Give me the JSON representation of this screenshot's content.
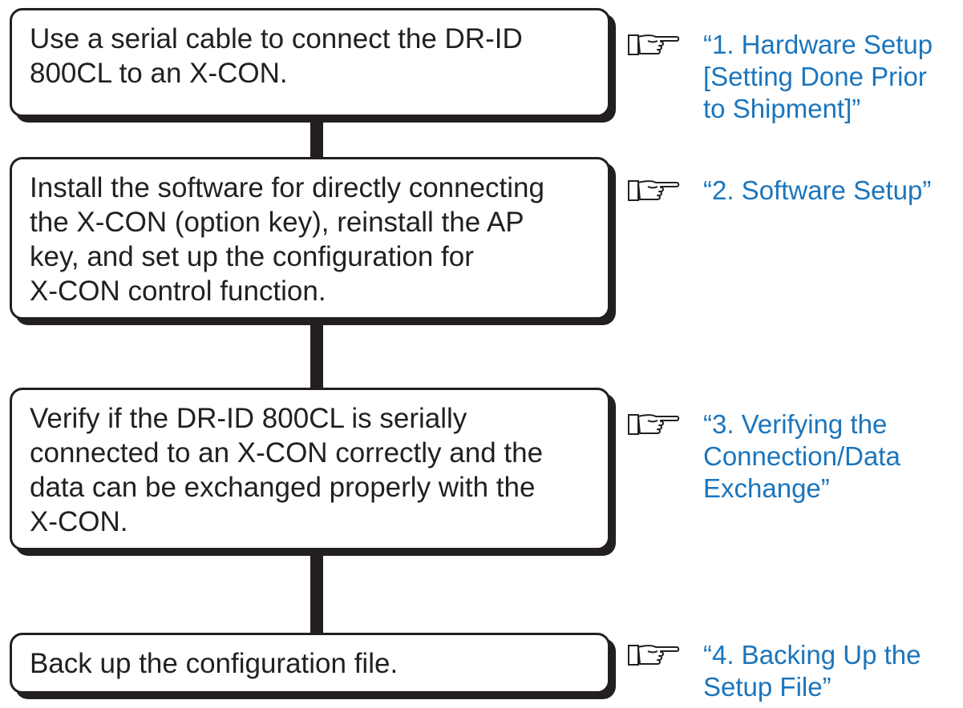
{
  "steps": [
    {
      "text": "Use a serial cable to connect the DR-ID\n800CL to an X-CON.",
      "reference": "“1. Hardware Setup\n[Setting Done Prior\nto Shipment]”",
      "reference_icon": "pointing-hand-icon"
    },
    {
      "text": "Install the software for directly connecting\nthe X-CON (option key), reinstall the AP\nkey, and set up the configuration for\nX-CON control function.",
      "reference": "“2. Software Setup”",
      "reference_icon": "pointing-hand-icon"
    },
    {
      "text": "Verify if the DR-ID 800CL is serially\nconnected to an X-CON correctly and the\ndata can be exchanged properly with the\nX-CON.",
      "reference": "“3. Verifying the\nConnection/Data\nExchange”",
      "reference_icon": "pointing-hand-icon"
    },
    {
      "text": "Back up the configuration file.",
      "reference": "“4. Backing Up the\nSetup File”",
      "reference_icon": "pointing-hand-icon"
    }
  ],
  "colors": {
    "box_border": "#231f20",
    "reference_text": "#1b75bc"
  }
}
